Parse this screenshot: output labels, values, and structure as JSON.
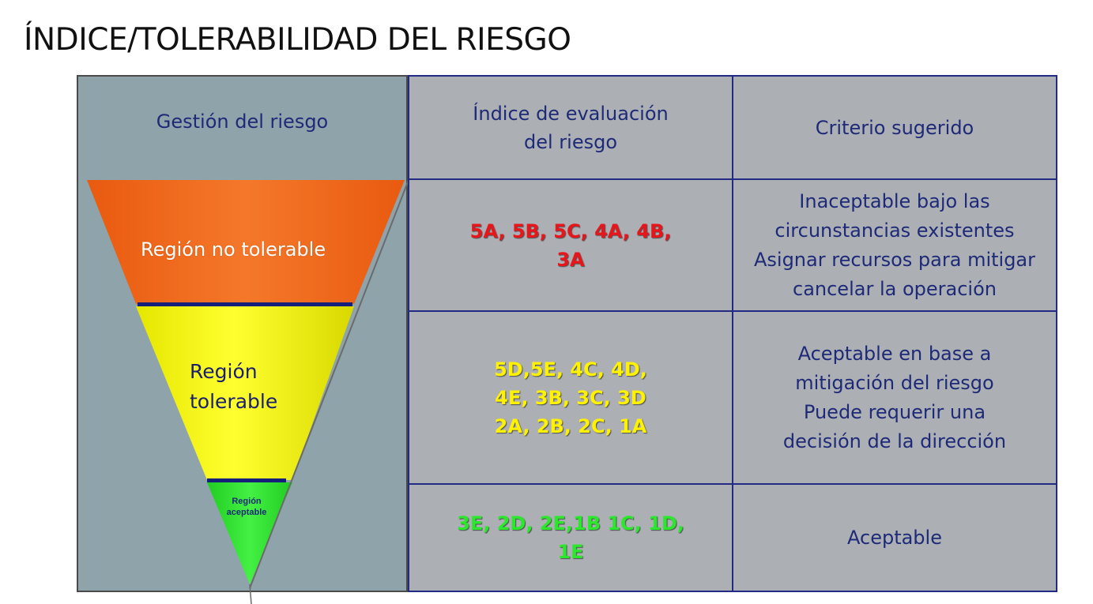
{
  "title": "ÍNDICE/TOLERABILIDAD DEL RIESGO",
  "left_header": "Gestión del riesgo",
  "regions": {
    "not_tolerable": "Región no tolerable",
    "tolerable": "Región\ntolerable",
    "acceptable": "Región\naceptable"
  },
  "headers": {
    "index": "Índice de evaluación\ndel riesgo",
    "criteria": "Criterio sugerido"
  },
  "rows": [
    {
      "index": "5A, 5B, 5C, 4A, 4B,\n3A",
      "index_color": "#e8151b",
      "criteria": "Inaceptable bajo las\ncircunstancias existentes\nAsignar recursos para mitigar\ncancelar la operación"
    },
    {
      "index": "5D,5E, 4C, 4D,\n4E, 3B, 3C, 3D\n2A, 2B, 2C, 1A",
      "index_color": "#fff200",
      "criteria": "Aceptable en base a\nmitigación del  riesgo\nPuede requerir una\ndecisión de la dirección"
    },
    {
      "index": "3E, 2D, 2E,1B 1C, 1D,\n1E",
      "index_color": "#2ce82c",
      "criteria": "Aceptable"
    }
  ],
  "colors": {
    "not_tolerable": "#f26a21",
    "tolerable": "#f5f500",
    "acceptable": "#33e033",
    "panel_bg": "#8fa3ab",
    "table_bg": "#acb0b4",
    "border_blue": "#232a84",
    "header_text": "#1e2a78"
  }
}
